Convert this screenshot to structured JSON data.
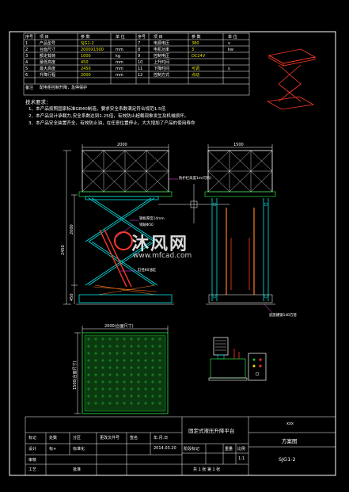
{
  "spec_table": {
    "headers": [
      "序号",
      "项  目",
      "参  数",
      "单  位",
      "序号",
      "项  目",
      "参  数",
      "单  位"
    ],
    "rows": [
      [
        "1",
        "产品型号",
        "SJG1-2",
        "",
        "7",
        "电源电压",
        "380",
        "v"
      ],
      [
        "2",
        "台面尺寸",
        "2000X1500",
        "mm",
        "8",
        "电机功率",
        "3",
        "kw"
      ],
      [
        "3",
        "额定载荷",
        "1000",
        "kg",
        "9",
        "控制电压",
        "DC24V",
        ""
      ],
      [
        "4",
        "最低高度",
        "450",
        "mm",
        "10",
        "上升时间",
        "",
        ""
      ],
      [
        "5",
        "最大高度",
        "2450",
        "mm",
        "11",
        "下降时间",
        "可调",
        "s"
      ],
      [
        "6",
        "升降行程",
        "2000",
        "mm",
        "12",
        "控制方式",
        "点动",
        ""
      ]
    ],
    "remark_label": "备注",
    "remark_text": "配电柜控制升降，急停保护"
  },
  "notes": {
    "title": "技术要求：",
    "lines": [
      "1、本产品按照国家标准GB40制造，要求安全系数满足符合规范1.5倍",
      "2、本产品设计承载力,安全系数达到1.25倍，有效防止超载现象发生及机械损坏。",
      "3、本产品安全装置齐全，有效防止油，在任意位置停止，大大增加了产品的使用寿命"
    ]
  },
  "dims": {
    "front_width": "2000",
    "side_width": "1500",
    "stroke": "2000",
    "max_height": "2450",
    "min_height": "450",
    "plan_width": "2000(台面尺寸)",
    "plan_depth": "1500(台面尺寸)"
  },
  "callouts": {
    "guard": "防护栏高度1m(可拆)",
    "cylinder": "缸径80油缸",
    "pump": "钢板厚度14mm",
    "hinge": "销轴Φ50",
    "base": "底座槽钢14B方管"
  },
  "title_block": {
    "title": "固定式液压升降平台",
    "code": "xxx",
    "drawing_name": "方案图",
    "drawing_no": "SJG1-2",
    "scale_label": "比例",
    "scale": "1:1",
    "weight_label": "重量",
    "stage_label": "阶段标记",
    "sheet_info": "共 1 张   第 1 张",
    "row1": [
      "标记",
      "处数",
      "分区",
      "更改文件号",
      "签名",
      "年.月.日"
    ],
    "row2": [
      "设计",
      "标+",
      "标准化",
      "",
      "",
      "2014.03.20"
    ],
    "row3": [
      "审核",
      "",
      "",
      "",
      "",
      ""
    ],
    "row4": [
      "工艺",
      "",
      "批准",
      "",
      "",
      ""
    ]
  },
  "watermark": {
    "brand": "沐风网",
    "url": "www.mfcad.com"
  },
  "colors": {
    "frame": "#ffffff",
    "cyan": "#00e5e5",
    "red": "#ff3a2a",
    "orange": "#ff7a1a",
    "green": "#22c43a",
    "yellow": "#e6e600",
    "magenta": "#ff40ff"
  }
}
